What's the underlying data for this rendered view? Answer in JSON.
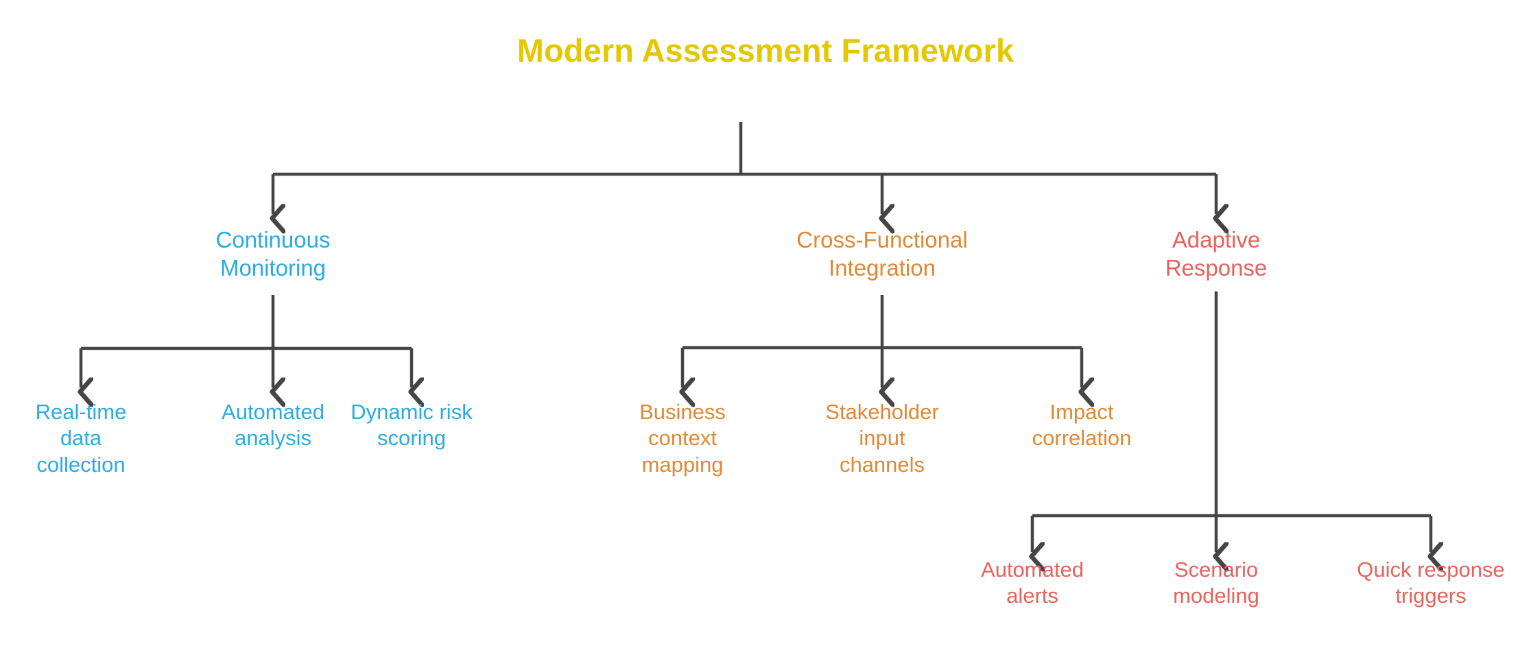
{
  "title": "Modern Assessment Framework",
  "colors": {
    "title": "#e3c800",
    "branch_monitoring": "#29abe2",
    "branch_integration": "#e08834",
    "branch_response": "#e8615c",
    "connector": "#454545",
    "background": "#ffffff"
  },
  "chart_data": {
    "type": "tree",
    "title": "Modern Assessment Framework",
    "orientation": "top-down",
    "root": "Modern Assessment Framework",
    "branches": [
      {
        "label": "Continuous Monitoring",
        "color": "#29abe2",
        "children": [
          "Real-time data collection",
          "Automated analysis",
          "Dynamic risk scoring"
        ]
      },
      {
        "label": "Cross-Functional Integration",
        "color": "#e08834",
        "children": [
          "Business context mapping",
          "Stakeholder input channels",
          "Impact correlation"
        ]
      },
      {
        "label": "Adaptive Response",
        "color": "#e8615c",
        "children": [
          "Automated alerts",
          "Scenario modeling",
          "Quick response triggers"
        ]
      }
    ]
  },
  "nodes": {
    "branch1": "Continuous\nMonitoring",
    "branch2": "Cross-Functional\nIntegration",
    "branch3": "Adaptive\nResponse",
    "b1c1": "Real-time\ndata\ncollection",
    "b1c2": "Automated\nanalysis",
    "b1c3": "Dynamic risk\nscoring",
    "b2c1": "Business\ncontext\nmapping",
    "b2c2": "Stakeholder\ninput\nchannels",
    "b2c3": "Impact\ncorrelation",
    "b3c1": "Automated\nalerts",
    "b3c2": "Scenario\nmodeling",
    "b3c3": "Quick response\ntriggers"
  }
}
